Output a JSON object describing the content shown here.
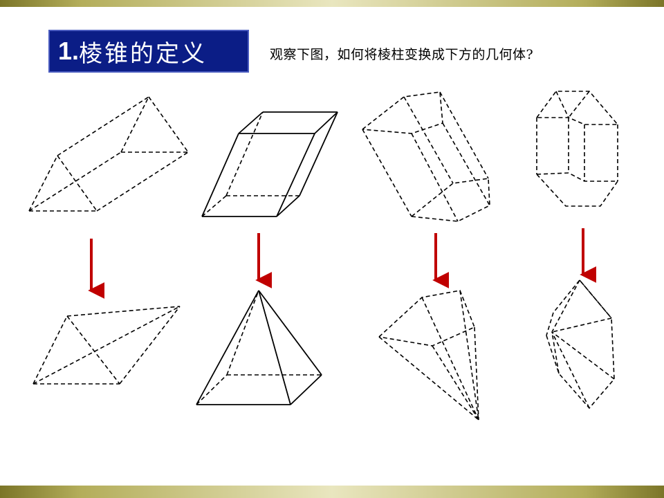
{
  "title": {
    "number": "1.",
    "text": "棱锥的定义"
  },
  "question": "观察下图，如何将棱柱变换成下方的几何体?",
  "colors": {
    "title_bg": "#0b1d86",
    "arrow": "#c00000",
    "band": "#b3ad5a"
  },
  "figures": {
    "top_row": [
      "triangular-prism",
      "quadrilateral-prism",
      "pentagonal-prism",
      "hexagonal-prism"
    ],
    "bottom_row": [
      "triangular-pyramid",
      "quadrilateral-pyramid",
      "pentagonal-pyramid",
      "hexagonal-pyramid"
    ]
  }
}
